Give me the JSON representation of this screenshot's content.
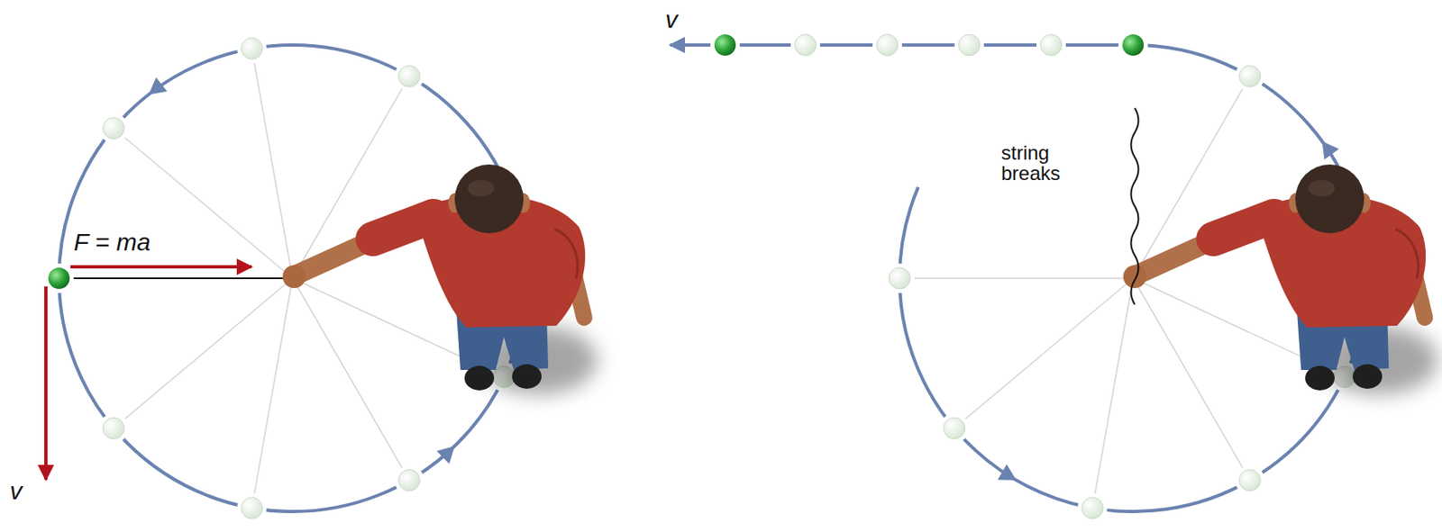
{
  "diagram": {
    "labels": [
      "F = ma",
      "v",
      "v",
      "string breaks"
    ]
  }
}
